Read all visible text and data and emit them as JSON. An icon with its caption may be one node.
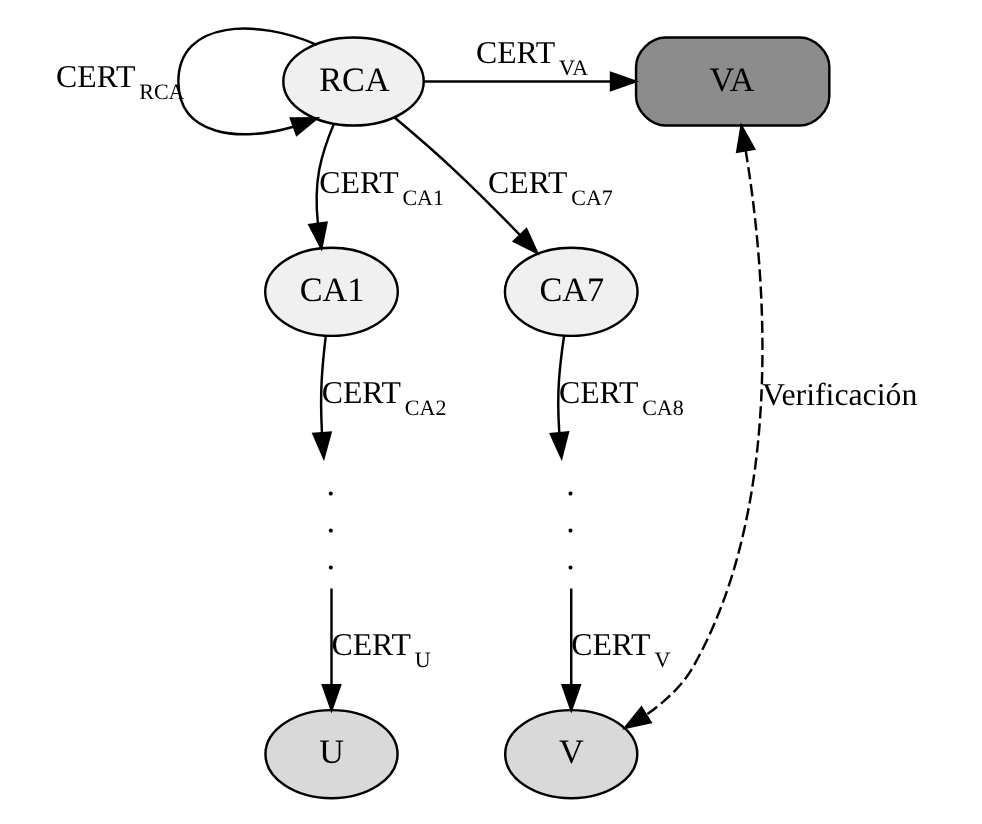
{
  "diagram": {
    "nodes": [
      {
        "text": [
          "RCA"
        ]
      },
      {
        "text": [
          "VA"
        ]
      },
      {
        "text": [
          "CA1"
        ]
      },
      {
        "text": [
          "CA7"
        ]
      },
      {
        "text": [
          ". . ."
        ]
      },
      {
        "text": [
          ". . ."
        ]
      },
      {
        "text": [
          "U"
        ]
      },
      {
        "text": [
          "V"
        ]
      }
    ],
    "edges": [
      {
        "from": 0,
        "to": 0,
        "arrow": "to",
        "label": "CERT$_{RCA}$"
      },
      {
        "from": 0,
        "to": 1,
        "arrow": "to",
        "label": "CERT$_{VA}$"
      },
      {
        "from": 0,
        "to": 2,
        "arrow": "to",
        "label": "CERT$_{CA1}$"
      },
      {
        "from": 0,
        "to": 3,
        "arrow": "to",
        "label": "CERT$_{CA7}$"
      },
      {
        "from": 2,
        "to": 4,
        "arrow": "to",
        "label": "CERT$_{CA2}$"
      },
      {
        "from": 3,
        "to": 5,
        "arrow": "to",
        "label": "CERT$_{CA8}$"
      },
      {
        "from": 4,
        "to": 6,
        "arrow": "to",
        "label": "CERT$_{U}$"
      },
      {
        "from": 5,
        "to": 7,
        "arrow": "to",
        "label": "CERT$_{V}$"
      },
      {
        "from": 1,
        "to": 7,
        "arrow": "both",
        "style": "dashed",
        "label": "Verificación"
      }
    ]
  }
}
